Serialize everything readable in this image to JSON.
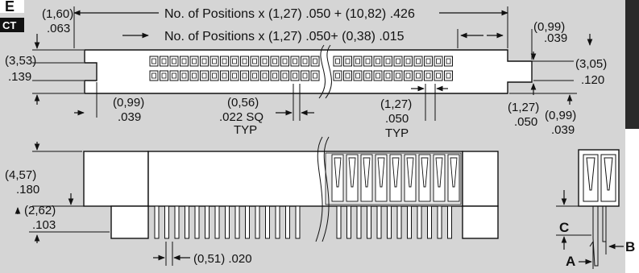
{
  "background_color": "#d5d5d5",
  "corner_badge": {
    "line1": "E",
    "line2": "CT"
  },
  "dimensions": {
    "overall_top": "No. of Positions x (1,27) .050 + (10,82) .426",
    "contact_span": "No. of Positions x (1,27) .050+ (0,38) .015",
    "left_notch": {
      "mm": "(1,60)",
      "in": ".063"
    },
    "right_end": {
      "mm": "(0,99)",
      "in": ".039"
    },
    "left_height": {
      "mm": "(3,53)",
      "in": ".139"
    },
    "right_height": {
      "mm": "(3,05)",
      "in": ".120"
    },
    "left_offset": {
      "mm": "(0,99)",
      "in": ".039"
    },
    "contact_sq": {
      "mm": "(0,56)",
      "in": ".022 SQ",
      "note": "TYP"
    },
    "pitch": {
      "mm": "(1,27)",
      "in": ".050",
      "note": "TYP"
    },
    "right_pitch": {
      "mm": "(1,27)",
      "in": ".050"
    },
    "right_offset": {
      "mm": "(0,99)",
      "in": ".039"
    },
    "body_height": {
      "mm": "(4,57)",
      "in": ".180"
    },
    "standoff": {
      "mm": "(2,62)",
      "in": ".103"
    },
    "pin_width": {
      "text": "(0,51) .020"
    }
  },
  "callouts": {
    "a": "A",
    "b": "B",
    "c": "C"
  }
}
